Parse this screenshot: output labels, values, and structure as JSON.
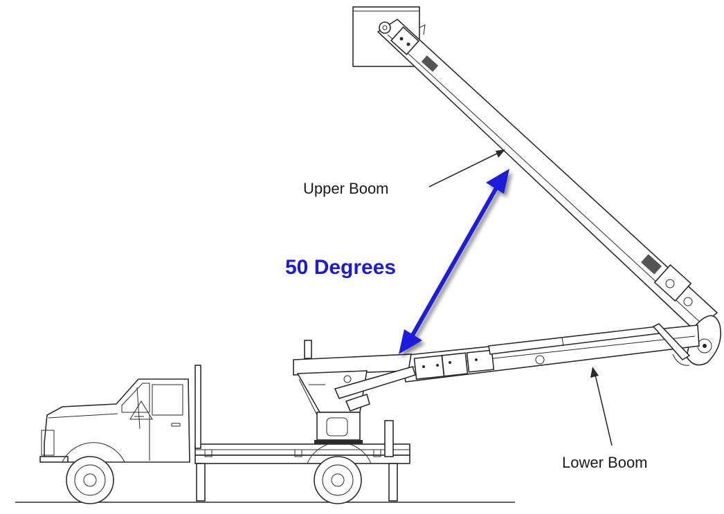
{
  "labels": {
    "upper_boom": "Upper Boom",
    "lower_boom": "Lower Boom",
    "angle": "50 Degrees"
  },
  "colors": {
    "angle_arrow": "#1a1adf",
    "angle_text": "#1a1adf",
    "line": "#2a2a2a"
  }
}
